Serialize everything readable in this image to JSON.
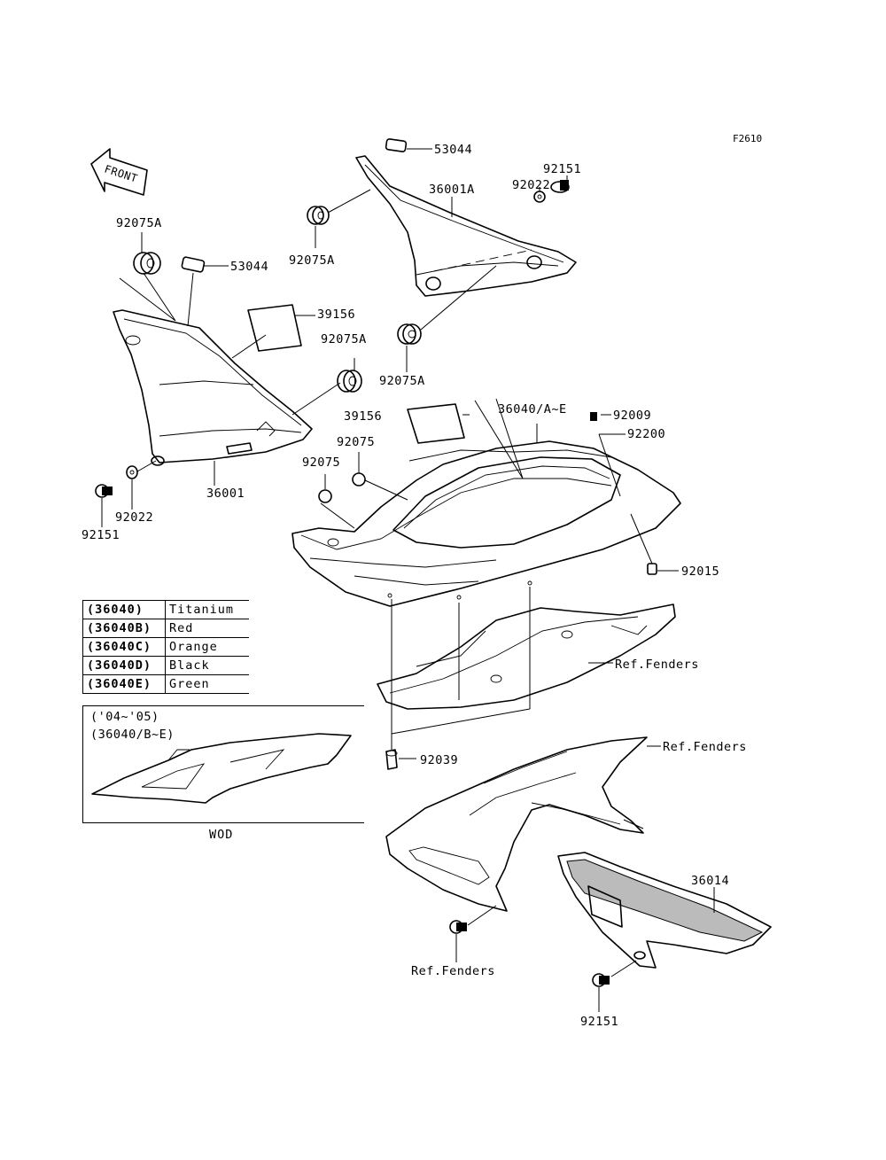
{
  "figure_code": "F2610",
  "front_arrow": "FRONT",
  "parts": {
    "p53044_top": "53044",
    "p36001A": "36001A",
    "p92151_top": "92151",
    "p92022_top": "92022",
    "p92075A_upper_left": "92075A",
    "p92075A_top_mid": "92075A",
    "p53044_left": "53044",
    "p39156_left": "39156",
    "p92075A_mid": "92075A",
    "p92075A_lower": "92075A",
    "p36001": "36001",
    "p92022_left": "92022",
    "p92151_left": "92151",
    "p39156_center": "39156",
    "p36040": "36040/A~E",
    "p92009": "92009",
    "p92200": "92200",
    "p92075_a": "92075",
    "p92075_b": "92075",
    "p92015": "92015",
    "p92039": "92039",
    "ref_fenders_1": "Ref.Fenders",
    "ref_fenders_2": "Ref.Fenders",
    "ref_fenders_3": "Ref.Fenders",
    "p36014": "36014",
    "p92151_bottom": "92151"
  },
  "color_table": [
    {
      "code": "(36040)",
      "color": "Titanium"
    },
    {
      "code": "(36040B)",
      "color": "Red"
    },
    {
      "code": "(36040C)",
      "color": "Orange"
    },
    {
      "code": "(36040D)",
      "color": "Black"
    },
    {
      "code": "(36040E)",
      "color": "Green"
    }
  ],
  "variant_box": {
    "years": "('04~'05)",
    "parts": "(36040/B~E)",
    "note": "WOD"
  },
  "colors": {
    "line": "#000000",
    "background": "#ffffff"
  }
}
